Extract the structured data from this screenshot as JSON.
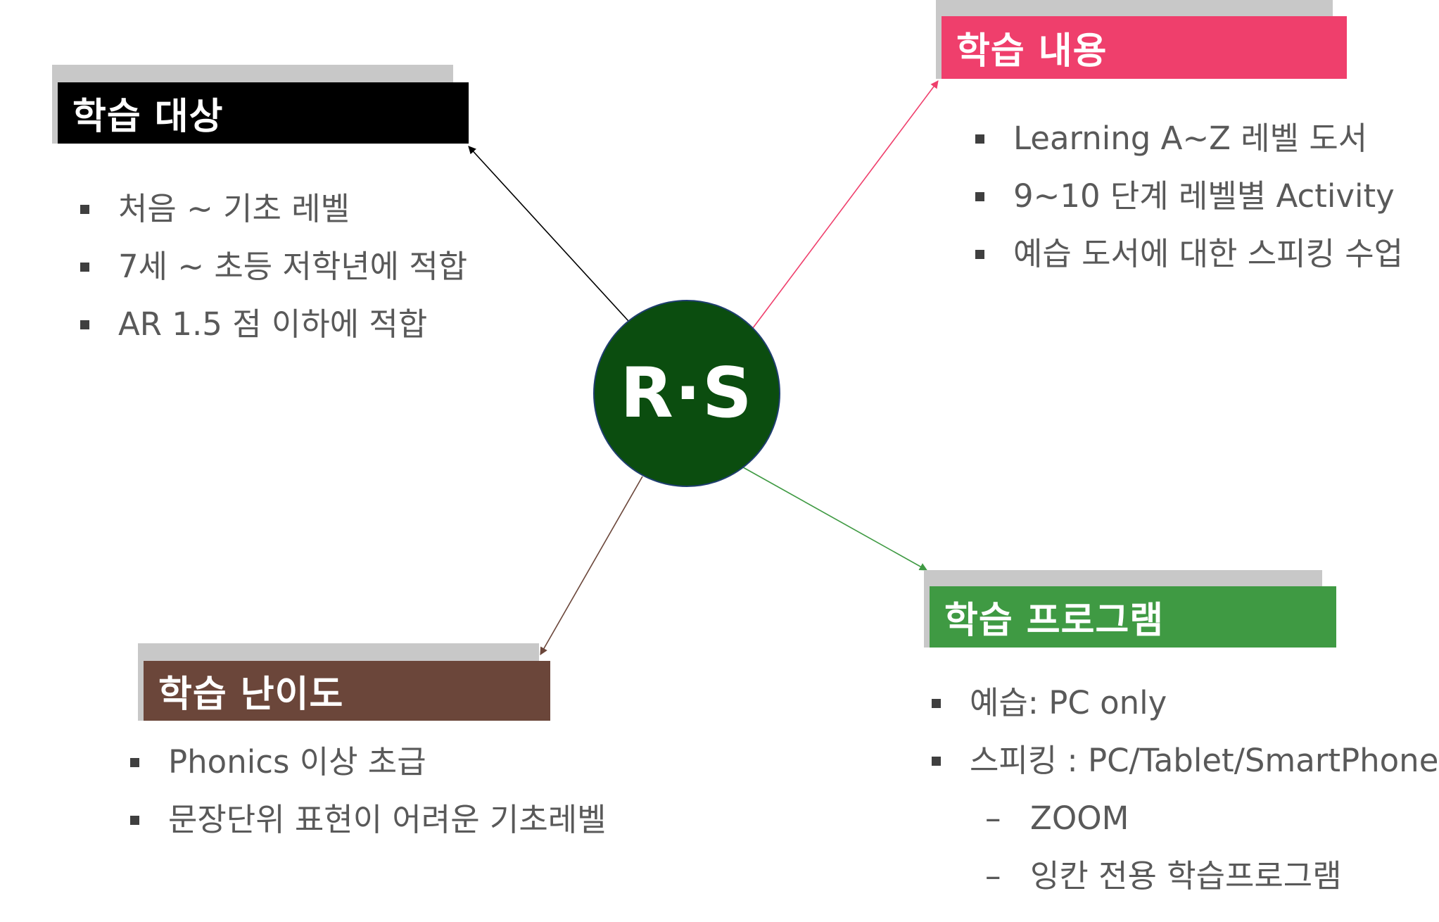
{
  "hub": {
    "label": "R·S",
    "fill": "#0b4d0f"
  },
  "panels": {
    "target": {
      "title": "학습 대상",
      "color": "#000000",
      "items": [
        "처음 ~ 기초 레벨",
        "7세 ~ 초등 저학년에 적합",
        "AR 1.5 점 이하에 적합"
      ]
    },
    "content": {
      "title": "학습 내용",
      "color": "#ef3f6c",
      "items": [
        "Learning A~Z 레벨 도서",
        "9~10 단계 레벨별 Activity",
        "예습 도서에 대한 스피킹 수업"
      ]
    },
    "difficulty": {
      "title": "학습 난이도",
      "color": "#6b463a",
      "items": [
        "Phonics 이상 초급",
        "문장단위 표현이 어려운 기초레벨"
      ]
    },
    "program": {
      "title": "학습 프로그램",
      "color": "#3f9a43",
      "items": [
        "예습: PC only",
        "스피킹 : PC/Tablet/SmartPhone"
      ],
      "subitems": [
        "ZOOM",
        "잉칸 전용 학습프로그램"
      ],
      "sub_marker": "–"
    }
  },
  "connector_colors": {
    "target": "#000000",
    "content": "#ef3f6c",
    "difficulty": "#6b463a",
    "program": "#3f9a43"
  }
}
